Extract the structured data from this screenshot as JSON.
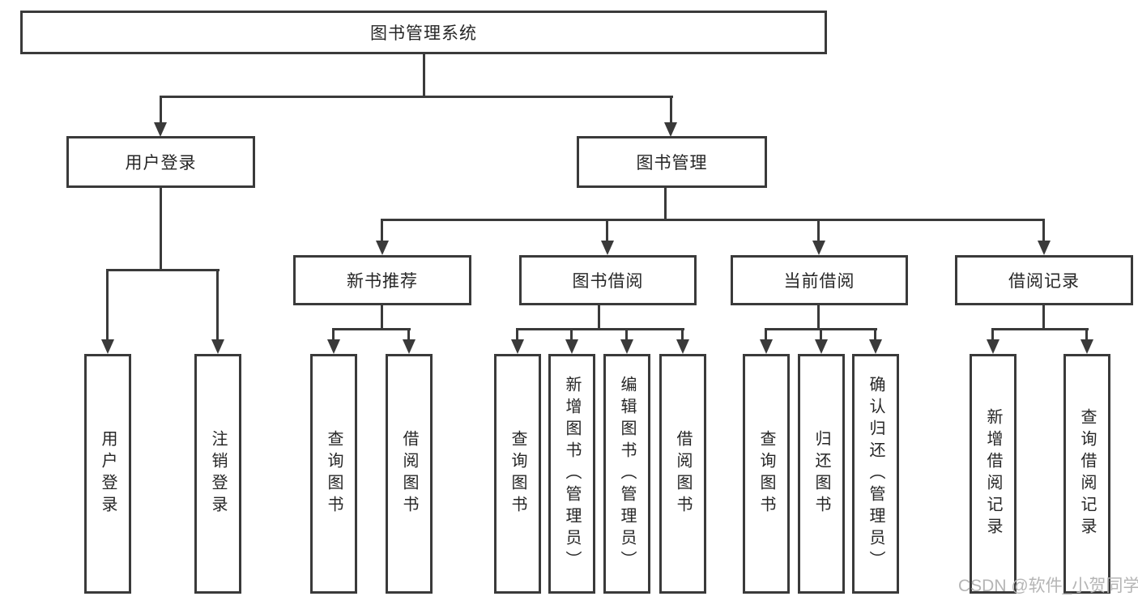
{
  "colors": {
    "line": "#3a3a3a",
    "text": "#262626",
    "watermark": "#b5b5b5",
    "background": "#ffffff"
  },
  "tree": {
    "root": "图书管理系统",
    "branches": [
      {
        "label": "用户登录",
        "children": [
          "用户登录",
          "注销登录"
        ]
      },
      {
        "label": "图书管理",
        "children": [
          {
            "label": "新书推荐",
            "children": [
              "查询图书",
              "借阅图书"
            ]
          },
          {
            "label": "图书借阅",
            "children": [
              "查询图书",
              "新增图书（管理员）",
              "编辑图书（管理员）",
              "借阅图书"
            ]
          },
          {
            "label": "当前借阅",
            "children": [
              "查询图书",
              "归还图书",
              "确认归还（管理员）"
            ]
          },
          {
            "label": "借阅记录",
            "children": [
              "新增借阅记录",
              "查询借阅记录"
            ]
          }
        ]
      }
    ]
  },
  "watermark": "CSDN @软件_小贺同学"
}
